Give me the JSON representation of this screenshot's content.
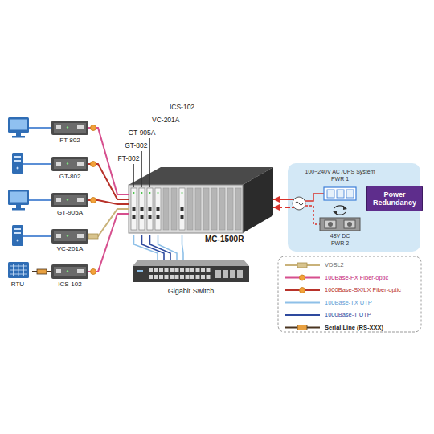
{
  "diagram": {
    "nodes": [
      {
        "text": [
          "FT-802"
        ]
      },
      {
        "text": [
          "GT-802"
        ]
      },
      {
        "text": [
          "GT-905A"
        ]
      },
      {
        "text": [
          "VC-201A"
        ]
      },
      {
        "text": [
          "RTU"
        ]
      },
      {
        "text": [
          "ICS-102"
        ]
      },
      {
        "text": [
          "MC-1500R"
        ]
      },
      {
        "text": [
          "Gigabit Switch"
        ]
      },
      {
        "text": [
          "100~240V AC /UPS System PWR 1",
          "48V DC PWR 2"
        ]
      },
      {
        "text": [
          "Power Redundancy"
        ],
        "in": 8
      }
    ],
    "edges": [
      {
        "from": 0,
        "to": 6,
        "arrow": "none"
      },
      {
        "from": 1,
        "to": 6,
        "arrow": "none"
      },
      {
        "from": 2,
        "to": 6,
        "arrow": "none"
      },
      {
        "from": 3,
        "to": 6,
        "arrow": "none"
      },
      {
        "from": 5,
        "to": 6,
        "arrow": "none"
      },
      {
        "from": 4,
        "to": 5,
        "arrow": "none"
      },
      {
        "from": 6,
        "to": 7,
        "arrow": "none"
      },
      {
        "from": 6,
        "to": 7,
        "arrow": "none"
      },
      {
        "from": 6,
        "to": 7,
        "arrow": "none"
      },
      {
        "from": 6,
        "to": 7,
        "arrow": "none"
      },
      {
        "from": 6,
        "to": 7,
        "arrow": "none"
      },
      {
        "from": 8,
        "to": 6,
        "arrow": "to"
      },
      {
        "from": 8,
        "to": 6,
        "arrow": "to"
      }
    ],
    "labels": [
      "ICS-102",
      "VC-201A",
      "GT-905A",
      "GT-802",
      "FT-802"
    ],
    "legend": [
      {
        "text": "VDSL2"
      },
      {
        "text": "100Base-FX Fiber-optic"
      },
      {
        "text": "1000Base-SX/LX Fiber-optic"
      },
      {
        "text": "100Base-TX UTP"
      },
      {
        "text": "1000Base-T UTP"
      },
      {
        "text": "Serial Line (RS-XXX)"
      }
    ]
  }
}
